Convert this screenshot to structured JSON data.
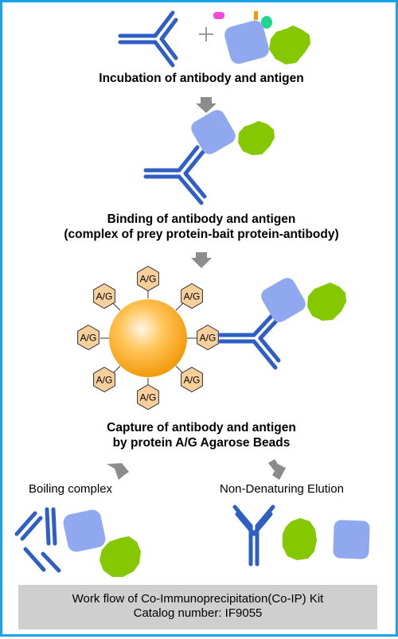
{
  "steps": {
    "incubation": "Incubation of antibody and antigen",
    "binding_line1": "Binding of antibody and antigen",
    "binding_line2": "(complex of prey protein-bait protein-antibody)",
    "capture_line1": "Capture of antibody and antigen",
    "capture_line2": "by protein A/G Agarose Beads"
  },
  "branches": {
    "left": "Boiling complex",
    "right": "Non-Denaturing Elution"
  },
  "bead_label": "A/G",
  "footer": {
    "line1": "Work flow of Co-Immunoprecipitation(Co-IP) Kit",
    "line2": "Catalog number: IF9055"
  },
  "colors": {
    "border": "#1aa2e8",
    "antibody": "#2f5fc4",
    "bait_protein": "#90a8f0",
    "prey_protein": "#86c800",
    "bead": "#f5a623",
    "ag_tag": "#f7cf9a",
    "arrow": "#8c8c8c",
    "footer_bg": "#cfcfcf"
  }
}
